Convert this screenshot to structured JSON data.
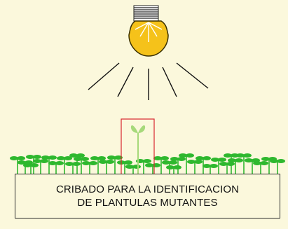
{
  "caption": {
    "line1": "CRIBADO PARA LA IDENTIFICACION",
    "line2": "DE PLANTULAS MUTANTES"
  },
  "colors": {
    "background": "#fbf8dc",
    "bulb_fill": "#f5c21a",
    "bulb_stroke": "#3a3000",
    "highlight_box": "#d9262e",
    "seedling_green": "#2eb82e",
    "mutant_seedling": "#a6d97a"
  },
  "icons": {
    "lamp": "light-bulb-icon",
    "light": "light-ray",
    "plant": "seedling",
    "mutant": "mutant-seedling"
  }
}
